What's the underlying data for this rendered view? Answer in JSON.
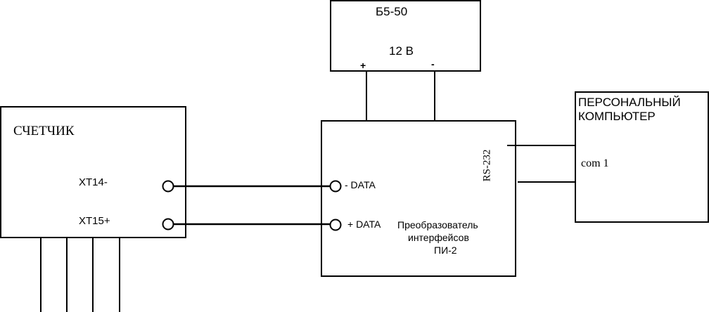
{
  "power_supply": {
    "title": "Б5-50",
    "voltage": "12 В",
    "plus": "+",
    "minus": "-"
  },
  "counter": {
    "title": "СЧЕТЧИК",
    "terminal_1": "XT14-",
    "terminal_2": "XT15+"
  },
  "converter": {
    "port_1": "- DATA",
    "port_2": "+ DATA",
    "name_line_1": "Преобразователь",
    "name_line_2": "интерфейсов",
    "name_line_3": "ПИ-2",
    "rs232": "RS-232"
  },
  "computer": {
    "title_line_1": "ПЕРСОНАЛЬНЫЙ",
    "title_line_2": "КОМПЬЮТЕР",
    "port": "com 1"
  },
  "colors": {
    "line": "#000000",
    "background": "#ffffff"
  }
}
